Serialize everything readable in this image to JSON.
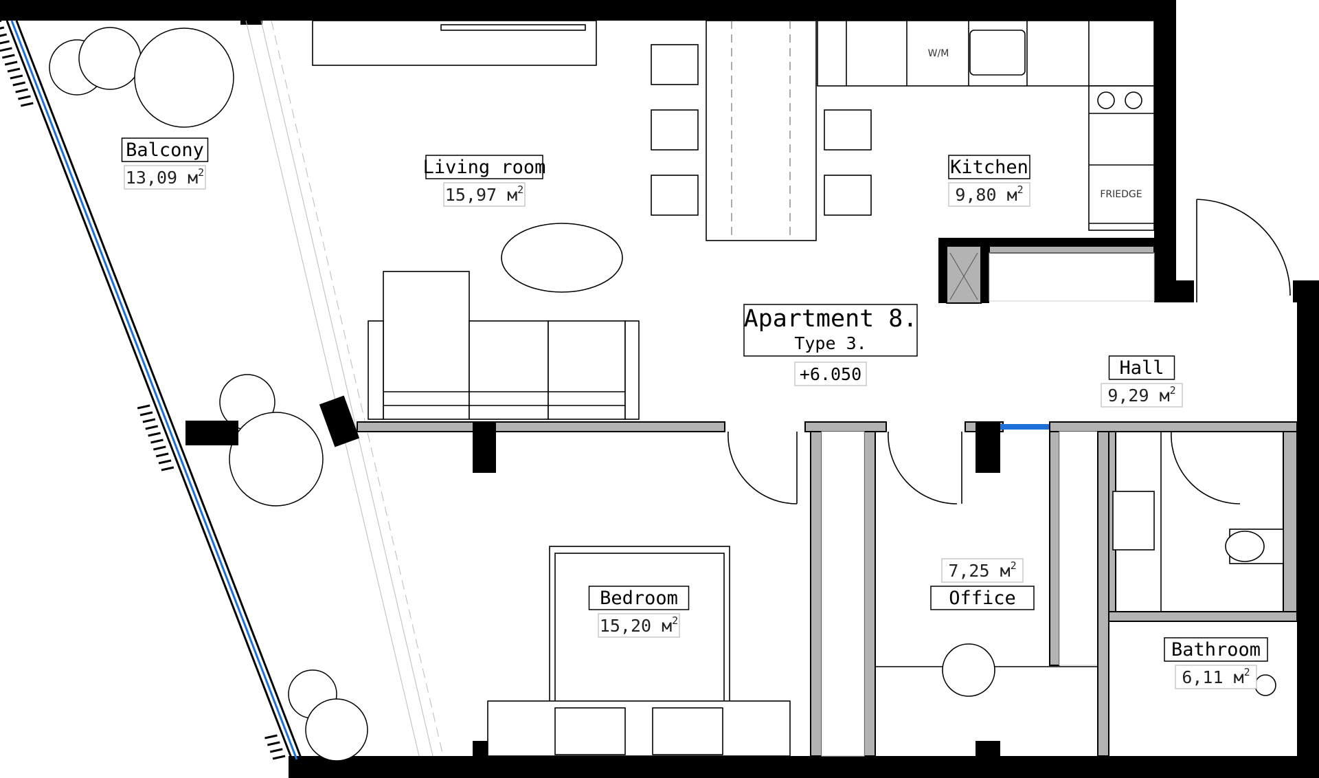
{
  "apartment": {
    "title": "Apartment 8.",
    "type": "Type 3.",
    "elevation": "+6.050"
  },
  "area_unit": "м",
  "area_exponent": "2",
  "rooms": {
    "balcony": {
      "name": "Balcony",
      "area": "13,09"
    },
    "living": {
      "name": "Living room",
      "area": "15,97"
    },
    "kitchen": {
      "name": "Kitchen",
      "area": "9,80"
    },
    "hall": {
      "name": "Hall",
      "area": "9,29"
    },
    "bedroom": {
      "name": "Bedroom",
      "area": "15,20"
    },
    "office": {
      "name": "Office",
      "area": "7,25"
    },
    "bathroom": {
      "name": "Bathroom",
      "area": "6,11"
    }
  },
  "appliances": {
    "washing_machine": "W/M",
    "fridge": "FRIEDGE"
  },
  "colors": {
    "wall": "#000000",
    "partition": "#b3b3b3",
    "glazing": "#1e6fd9"
  }
}
